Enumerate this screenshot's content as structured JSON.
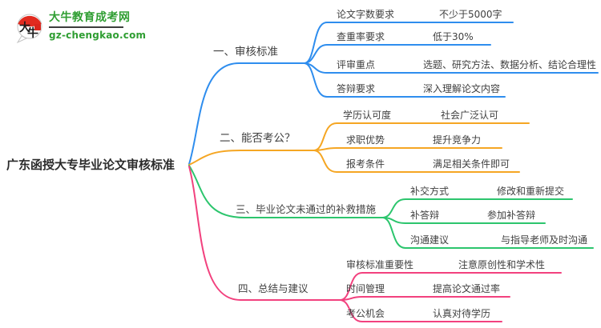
{
  "logo": {
    "icon_text": "大牛",
    "site_name": "大牛教育成考网",
    "site_url": "gz-chengkao.com",
    "brand_green": "#2f9e32",
    "brand_red": "#d9251c"
  },
  "mindmap": {
    "root": {
      "label": "广东函授大专毕业论文审核标准"
    },
    "branches": [
      {
        "label": "一、审核标准",
        "color": "#2e8dee",
        "children": [
          {
            "label": "论文字数要求",
            "value": "不少于5000字"
          },
          {
            "label": "查重率要求",
            "value": "低于30%"
          },
          {
            "label": "评审重点",
            "value": "选题、研究方法、数据分析、结论合理性"
          },
          {
            "label": "答辩要求",
            "value": "深入理解论文内容"
          }
        ]
      },
      {
        "label": "二、能否考公？",
        "color": "#f5a623",
        "children": [
          {
            "label": "学历认可度",
            "value": "社会广泛认可"
          },
          {
            "label": "求职优势",
            "value": "提升竞争力"
          },
          {
            "label": "报考条件",
            "value": "满足相关条件即可"
          }
        ]
      },
      {
        "label": "三、毕业论文未通过的补救措施",
        "color": "#2cc56d",
        "children": [
          {
            "label": "补交方式",
            "value": "修改和重新提交"
          },
          {
            "label": "补答辩",
            "value": "参加补答辩"
          },
          {
            "label": "沟通建议",
            "value": "与指导老师及时沟通"
          }
        ]
      },
      {
        "label": "四、总结与建议",
        "color": "#f2417e",
        "children": [
          {
            "label": "审核标准重要性",
            "value": "注意原创性和学术性"
          },
          {
            "label": "时间管理",
            "value": "提高论文通过率"
          },
          {
            "label": "考公机会",
            "value": "认真对待学历"
          }
        ]
      }
    ]
  }
}
